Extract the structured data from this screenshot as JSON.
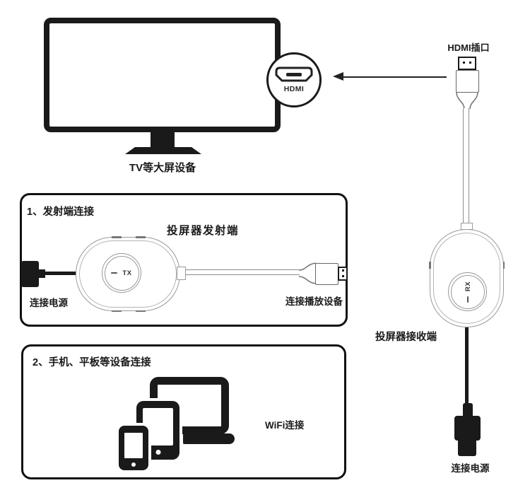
{
  "colors": {
    "ink": "#1a1a1a",
    "device_outline": "#9a9a9a",
    "box_border": "#111111",
    "background": "#ffffff"
  },
  "icons": {
    "hdmi_port_icon": "hdmi-trapezoid-connector",
    "arrow_left_icon": "left-pointing-arrow",
    "hdmi_plug_icon": "hdmi-male-plug-with-cable",
    "usb_power_plug_icon": "black-usb-power-plug",
    "laptop_icon": "laptop-outline",
    "tablet_icon": "tablet-outline",
    "smartphone_icon": "smartphone-outline"
  },
  "tv": {
    "label": "TV等大屏设备"
  },
  "hdmi_callout": {
    "label": "HDMI"
  },
  "receiver": {
    "port_label": "HDMI插口",
    "chip_label": "RX",
    "device_label": "投屏器接收端",
    "power_label": "连接电源"
  },
  "transmitter_box": {
    "title": "1、发射端连接",
    "device_label": "投屏器发射端",
    "chip_label": "TX",
    "power_label": "连接电源",
    "player_label": "连接播放设备"
  },
  "devices_box": {
    "title": "2、手机、平板等设备连接",
    "wifi_label": "WiFi连接"
  }
}
